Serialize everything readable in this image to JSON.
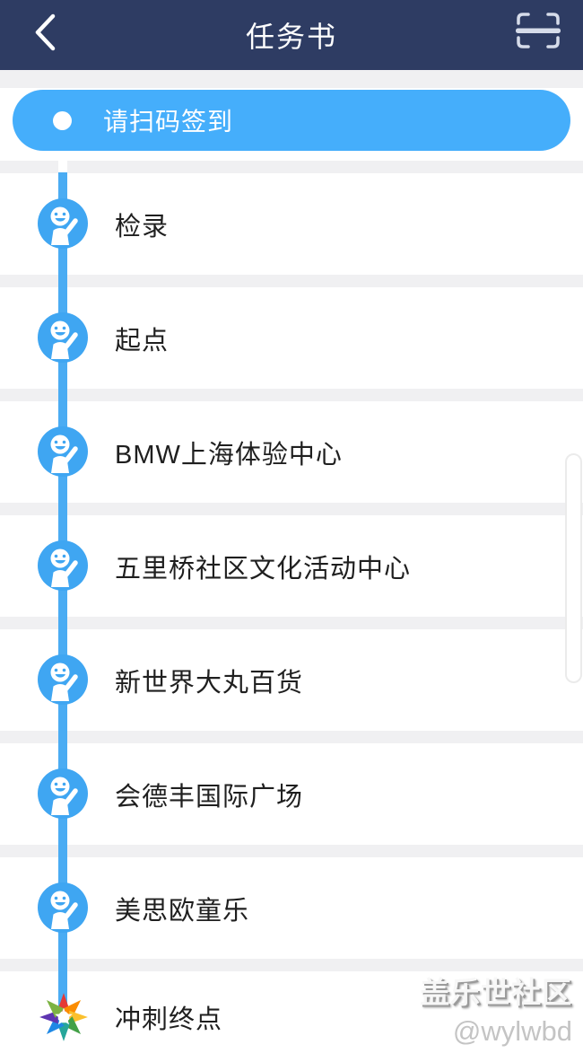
{
  "header": {
    "title": "任务书",
    "back_icon": "chevron-left",
    "scan_icon": "scan-frame"
  },
  "banner": {
    "label": "请扫码签到"
  },
  "timeline": {
    "items": [
      {
        "label": "检录",
        "icon": "cheer-person"
      },
      {
        "label": "起点",
        "icon": "cheer-person"
      },
      {
        "label": "BMW上海体验中心",
        "icon": "cheer-person"
      },
      {
        "label": "五里桥社区文化活动中心",
        "icon": "cheer-person"
      },
      {
        "label": "新世界大丸百货",
        "icon": "cheer-person"
      },
      {
        "label": "会德丰国际广场",
        "icon": "cheer-person"
      },
      {
        "label": "美思欧童乐",
        "icon": "cheer-person"
      },
      {
        "label": "冲刺终点",
        "icon": "finish-star"
      }
    ]
  },
  "watermark": {
    "line1": "盖乐世社区",
    "line2": "@wylwbd"
  },
  "colors": {
    "header_bg": "#2e3c63",
    "banner_blue": "#45aefb",
    "line_blue": "#4aacf3",
    "node_blue": "#3fa6f2",
    "separator_gray": "#f0f0f2",
    "text_dark": "#1f1f1f"
  }
}
